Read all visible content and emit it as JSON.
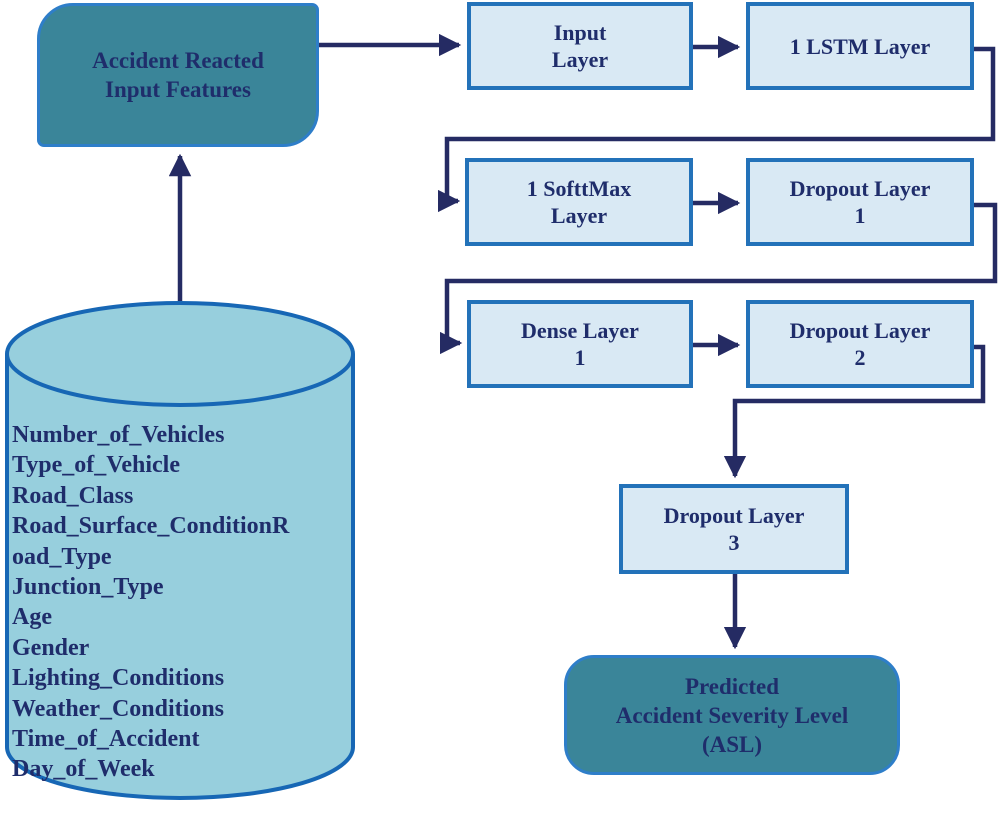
{
  "diagram_type": "flowchart",
  "colors": {
    "background": "#ffffff",
    "node_fill": "#d9e9f4",
    "node_border": "#2372b9",
    "teal_fill": "#3a8599",
    "teal_border": "#2e7ec9",
    "cylinder_fill": "#97cfdd",
    "cylinder_border": "#1767b5",
    "connector": "#252b63",
    "text": "#1f2d6b"
  },
  "nodes": {
    "accident_input": {
      "lines": [
        "Accident Reacted",
        "Input Features"
      ]
    },
    "input_layer": {
      "lines": [
        "Input",
        "Layer"
      ]
    },
    "lstm_layer": {
      "lines": [
        "1 LSTM Layer"
      ]
    },
    "softmax_layer": {
      "lines": [
        "1 SofttMax",
        "Layer"
      ]
    },
    "dropout_layer_1": {
      "lines": [
        "Dropout Layer",
        "1"
      ]
    },
    "dense_layer_1": {
      "lines": [
        "Dense Layer",
        "1"
      ]
    },
    "dropout_layer_2": {
      "lines": [
        "Dropout Layer",
        "2"
      ]
    },
    "dropout_layer_3": {
      "lines": [
        "Dropout Layer",
        "3"
      ]
    },
    "predicted_asl": {
      "lines": [
        "Predicted",
        "Accident Severity Level",
        "(ASL)"
      ]
    }
  },
  "database": {
    "features": [
      "Number_of_Vehicles",
      "Type_of_Vehicle",
      "Road_Class",
      "Road_Surface_ConditionR",
      "oad_Type",
      "Junction_Type",
      "Age",
      "Gender",
      "Lighting_Conditions",
      "Weather_Conditions",
      "Time_of_Accident",
      "Day_of_Week"
    ]
  }
}
